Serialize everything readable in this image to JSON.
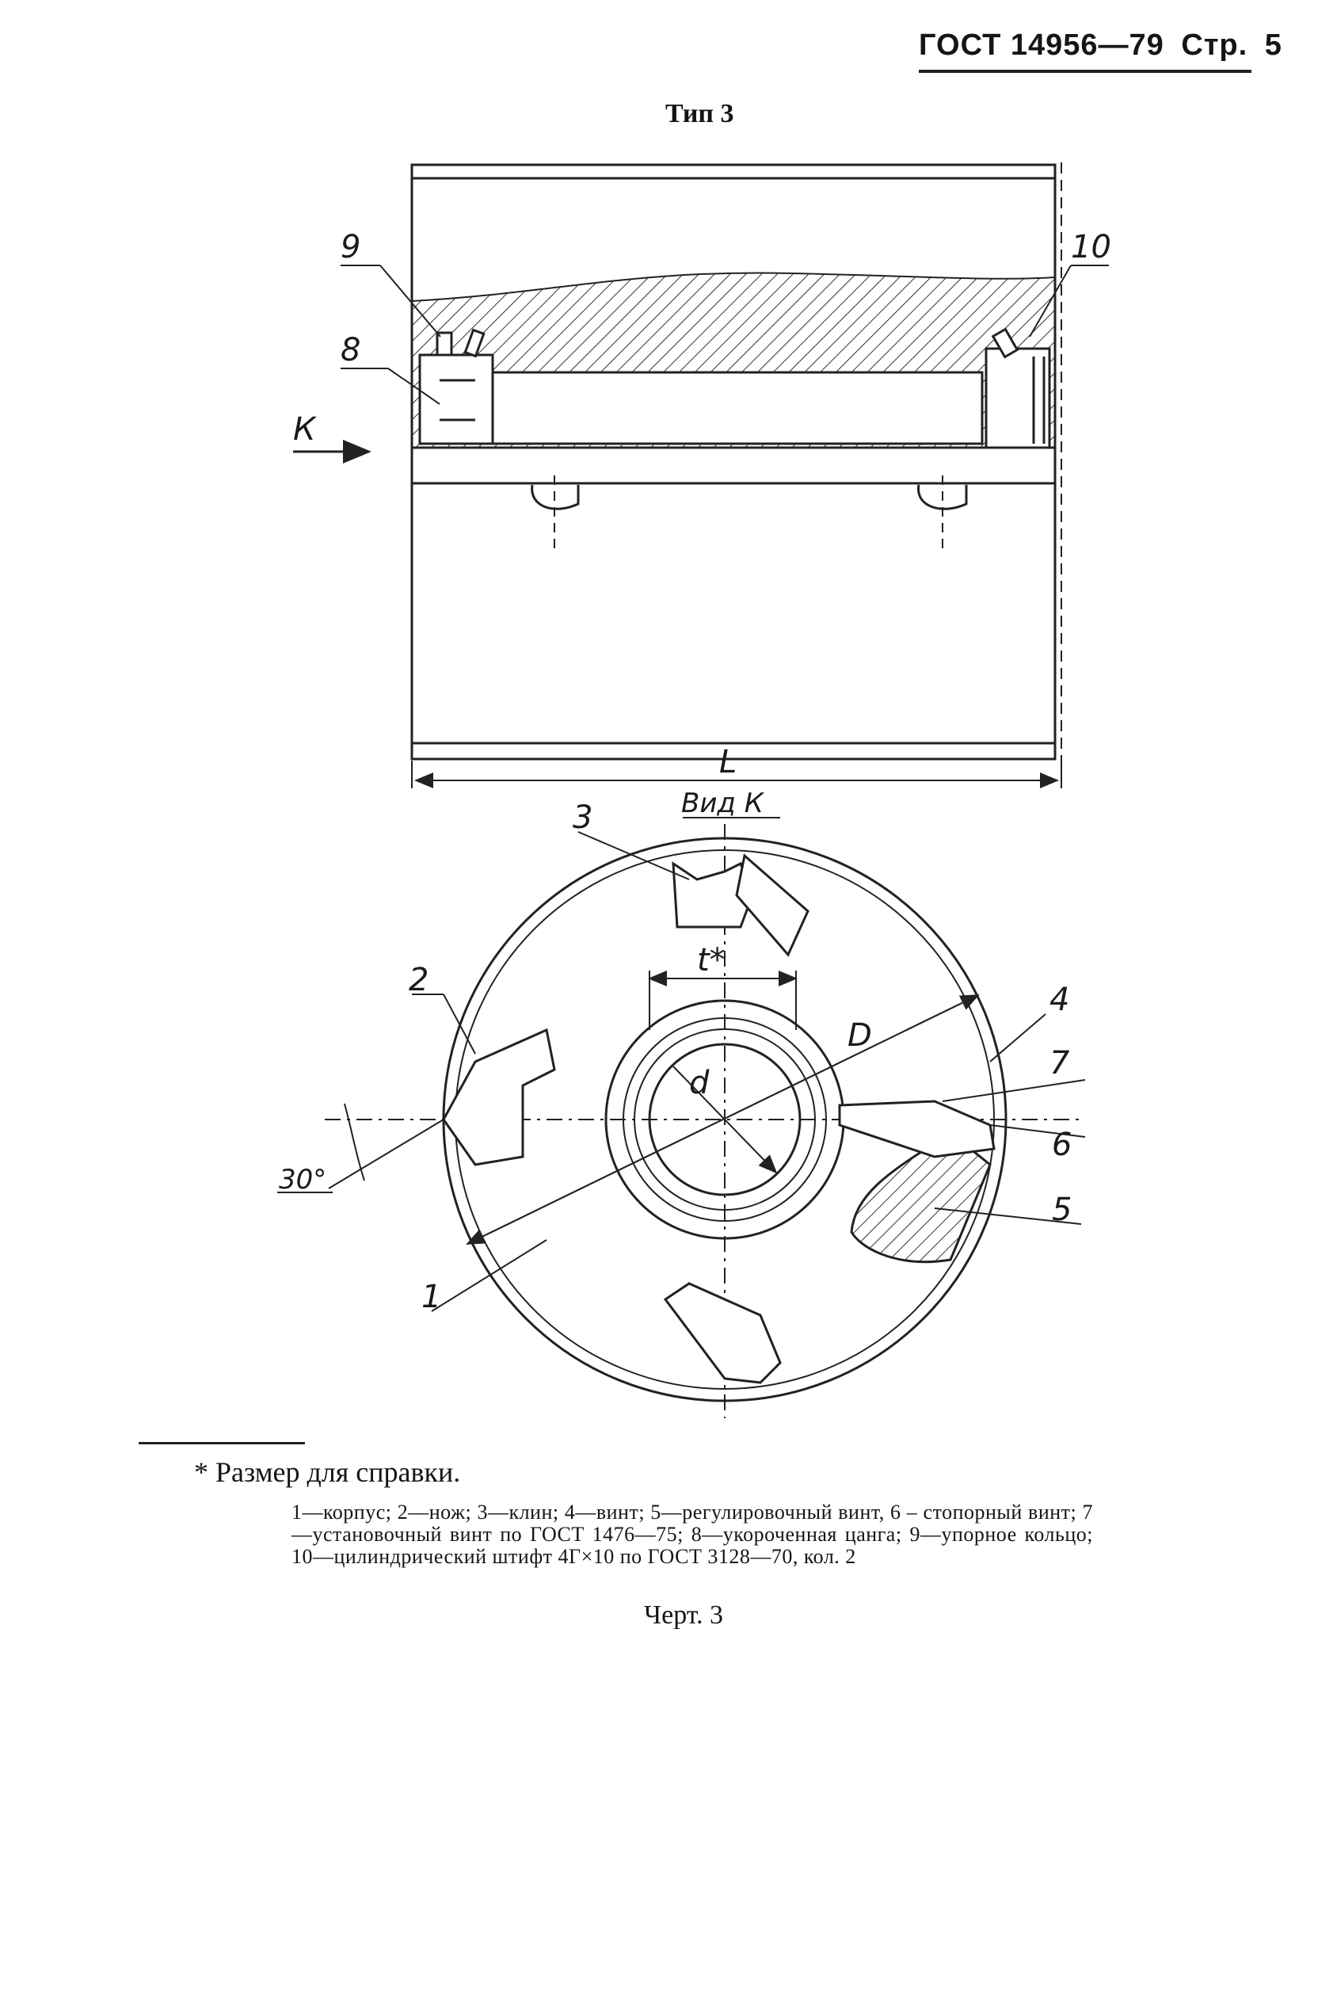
{
  "header": {
    "standard": "ГОСТ 14956—79",
    "page_label": "Стр.",
    "page_number": "5"
  },
  "figure": {
    "type_label": "Тип 3",
    "view_label": "Вид К",
    "arrow_label": "К",
    "length_label": "L",
    "diameter_label_outer": "D",
    "diameter_label_inner": "d",
    "pitch_label": "t*",
    "angle_label": "30°",
    "callouts": [
      "1",
      "2",
      "3",
      "4",
      "5",
      "6",
      "7",
      "8",
      "9",
      "10"
    ]
  },
  "footnote": "* Размер для справки.",
  "legend": "1—корпус; 2—нож; 3—клин; 4—винт; 5—регулировочный винт, 6 – стопорный винт; 7—установочный винт по ГОСТ 1476—75; 8—укороченная цанга; 9—упорное кольцо; 10—цилиндрический штифт 4Г×10 по ГОСТ 3128—70, кол. 2",
  "caption": "Черт. 3"
}
